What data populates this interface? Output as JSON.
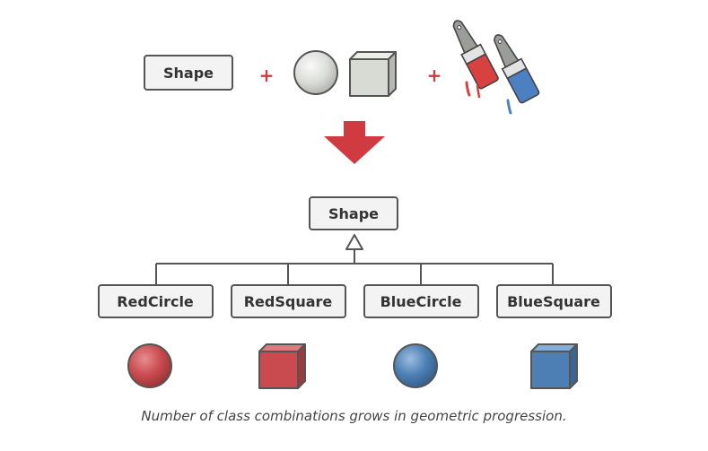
{
  "colors": {
    "accent": "#d03a41",
    "red_shape": "#c94b4f",
    "blue_shape": "#4e7fb4",
    "gray_shape": "#d8dad4",
    "box_border": "#555555",
    "box_fill": "#f3f3f3"
  },
  "top_row": {
    "class_label": "Shape",
    "plus_1": "+",
    "plus_2": "+",
    "shape_icons": [
      "sphere-icon",
      "cube-icon"
    ],
    "paint_icon": "paintbrushes-icon"
  },
  "arrow_icon": "down-arrow-icon",
  "hierarchy": {
    "parent_label": "Shape",
    "children": [
      {
        "label": "RedCircle",
        "icon": "red-sphere-icon"
      },
      {
        "label": "RedSquare",
        "icon": "red-cube-icon"
      },
      {
        "label": "BlueCircle",
        "icon": "blue-sphere-icon"
      },
      {
        "label": "BlueSquare",
        "icon": "blue-cube-icon"
      }
    ]
  },
  "caption": "Number of class combinations grows in geometric progression."
}
